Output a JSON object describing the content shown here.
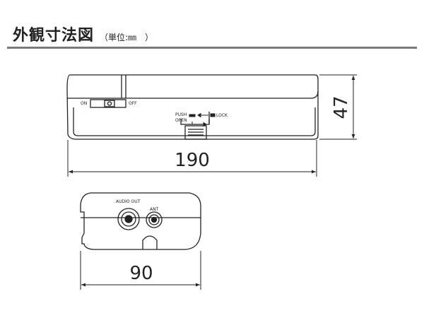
{
  "title": {
    "main": "外観寸法図",
    "unit": "（単位:㎜　）"
  },
  "top_view": {
    "switch": {
      "on": "ON",
      "off": "OFF"
    },
    "latch": {
      "push": "PUSH",
      "open": "OPEN",
      "lock": "LOCK"
    },
    "width_label": "190",
    "height_label": "47"
  },
  "side_view": {
    "audio_out": "AUDIO OUT",
    "ant": "ANT",
    "width_label": "90"
  }
}
